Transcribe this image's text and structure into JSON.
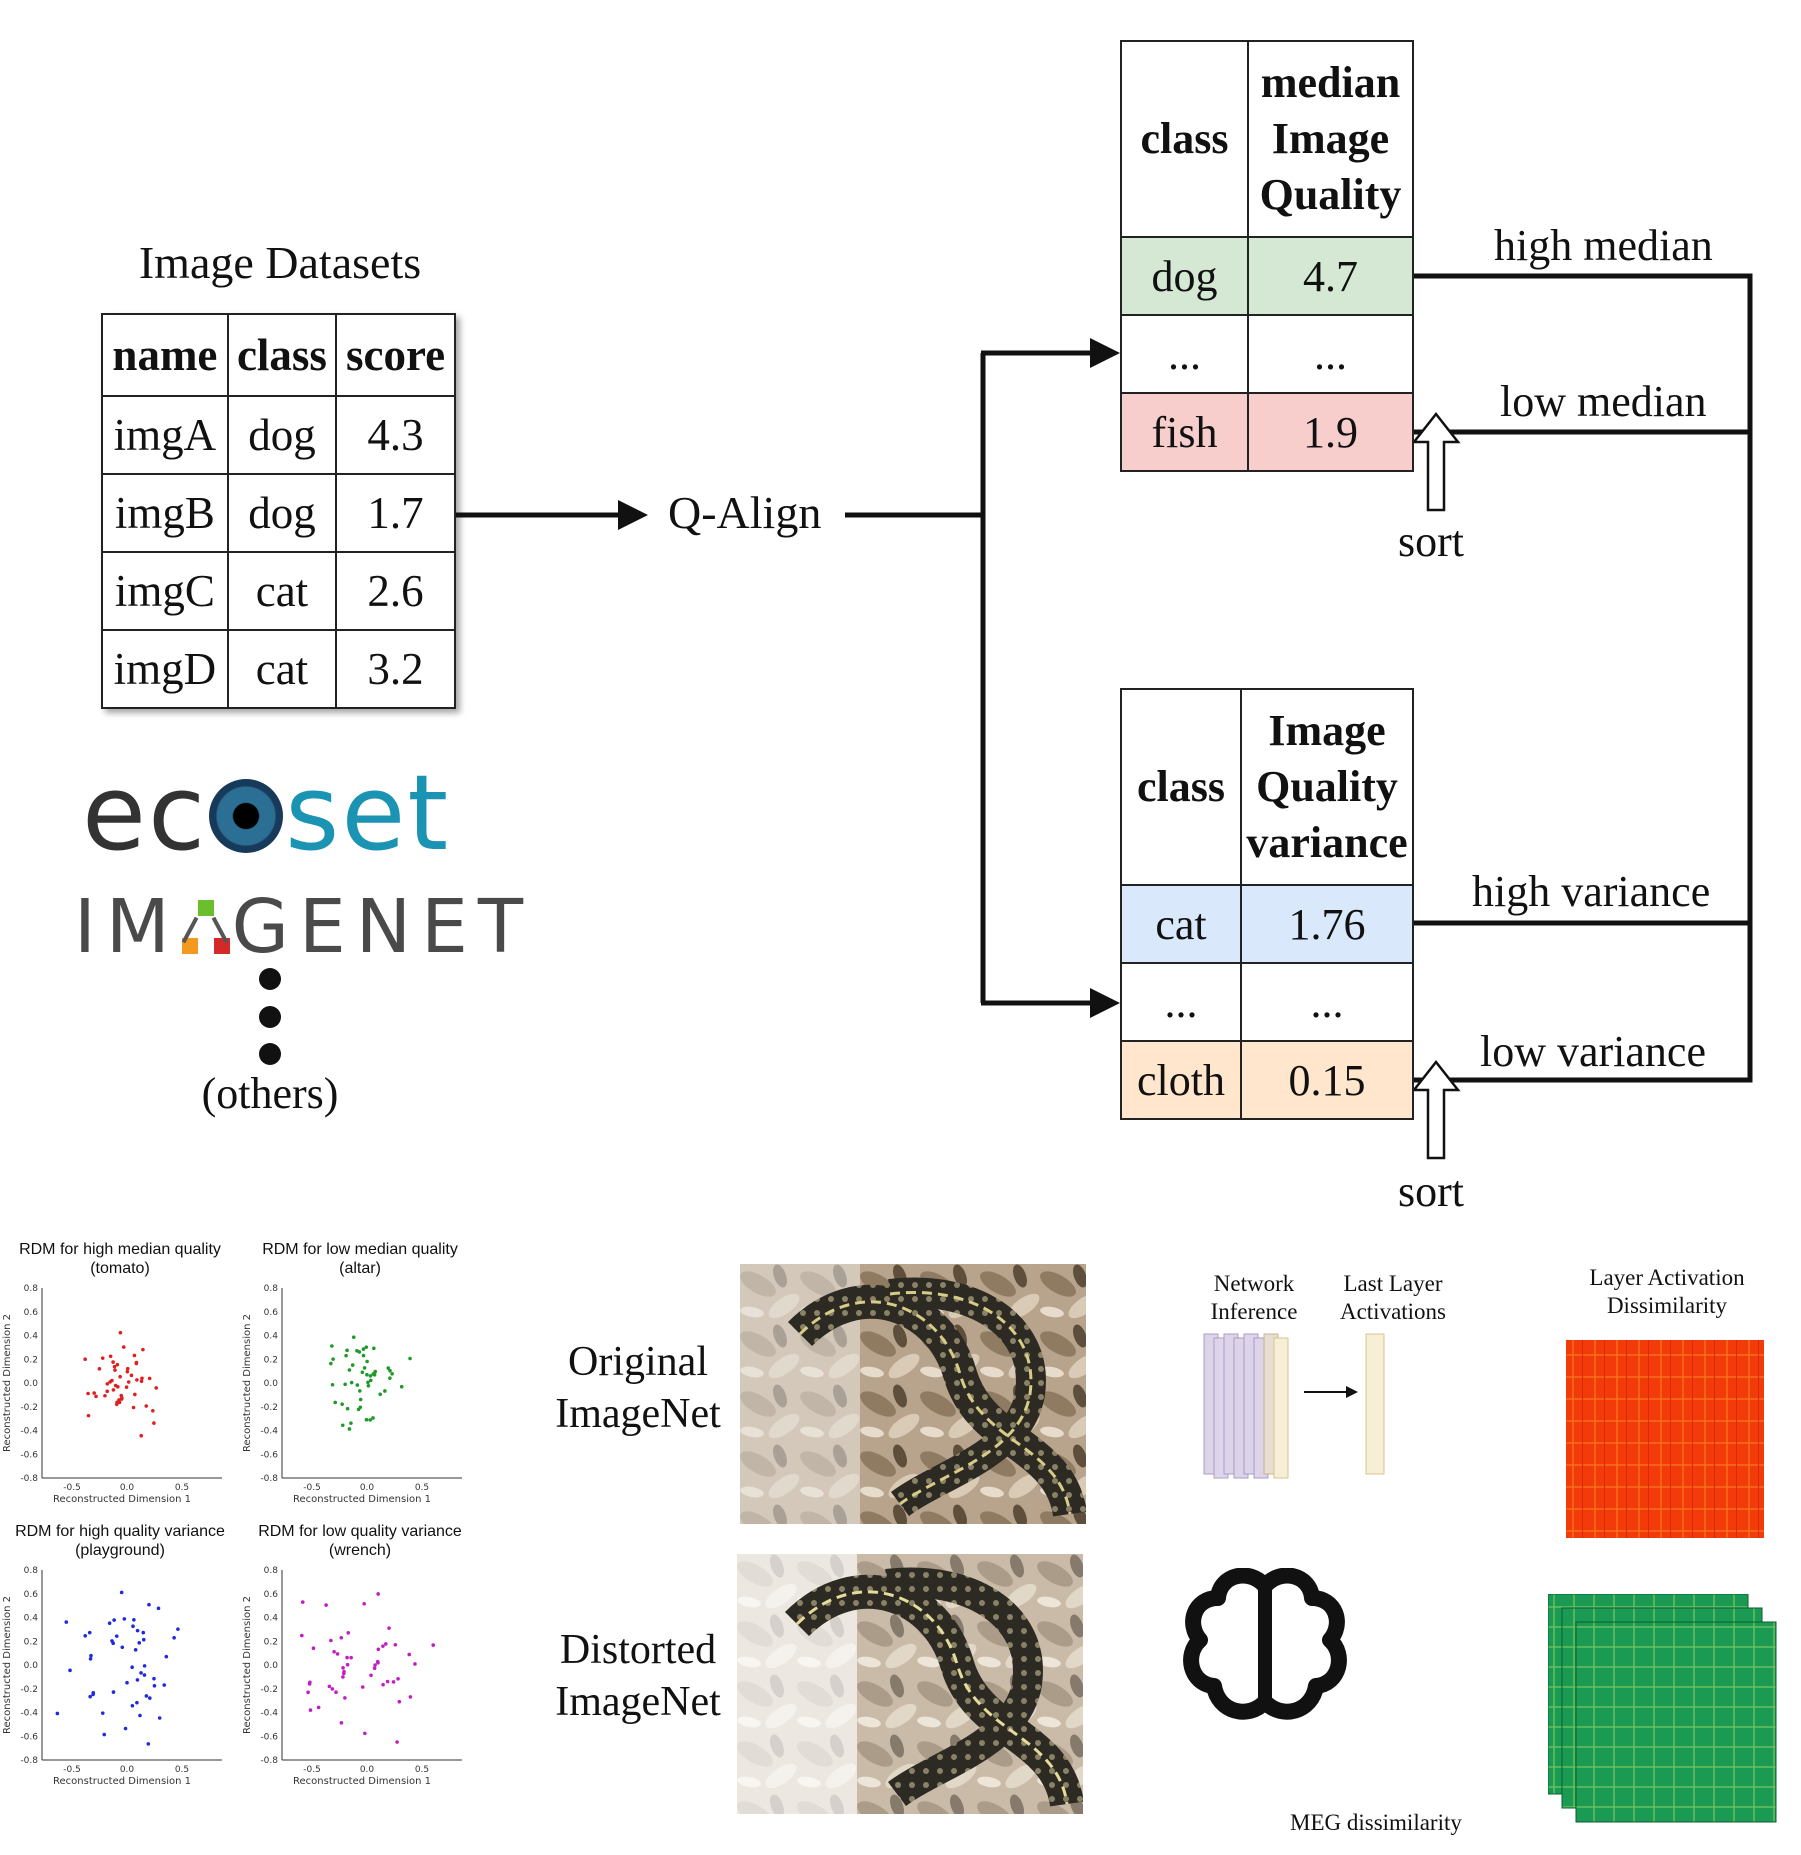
{
  "datasets": {
    "title": "Image Datasets",
    "columns": [
      "name",
      "class",
      "score"
    ],
    "rows": [
      [
        "imgA",
        "dog",
        "4.3"
      ],
      [
        "imgB",
        "dog",
        "1.7"
      ],
      [
        "imgC",
        "cat",
        "2.6"
      ],
      [
        "imgD",
        "cat",
        "3.2"
      ]
    ],
    "logos": {
      "ecoset_left": "ec",
      "ecoset_right": "set",
      "imagenet_left": "IM",
      "imagenet_right": "GENET"
    },
    "others": "(others)"
  },
  "qalign": "Q-Align",
  "median_table": {
    "header_class": "class",
    "header_value": [
      "median",
      "Image",
      "Quality"
    ],
    "rows": [
      {
        "class": "dog",
        "value": "4.7",
        "color": "#d5e8d4"
      },
      {
        "class": "...",
        "value": "...",
        "color": "#ffffff"
      },
      {
        "class": "fish",
        "value": "1.9",
        "color": "#f8cecc"
      }
    ],
    "label_high": "high median",
    "label_low": "low median",
    "sort": "sort"
  },
  "variance_table": {
    "header_class": "class",
    "header_value": [
      "Image",
      "Quality",
      "variance"
    ],
    "rows": [
      {
        "class": "cat",
        "value": "1.76",
        "color": "#dae8fc"
      },
      {
        "class": "...",
        "value": "...",
        "color": "#ffffff"
      },
      {
        "class": "cloth",
        "value": "0.15",
        "color": "#ffe6cc"
      }
    ],
    "label_high": "high variance",
    "label_low": "low variance",
    "sort": "sort"
  },
  "rdm_plots": [
    {
      "title1": "RDM for high median quality",
      "title2": "(tomato)",
      "color": "#e02020"
    },
    {
      "title1": "RDM for low median quality",
      "title2": "(altar)",
      "color": "#1f9a2a"
    },
    {
      "title1": "RDM for high quality variance",
      "title2": "(playground)",
      "color": "#1f2ae0"
    },
    {
      "title1": "RDM for low quality variance",
      "title2": "(wrench)",
      "color": "#c21fc2"
    }
  ],
  "rdm_axes": {
    "xlabel": "Reconstructed Dimension 1",
    "ylabel": "Reconstructed Dimension 2",
    "xticks": [
      "-0.5",
      "0.0",
      "0.5"
    ],
    "yticks": [
      "0.8",
      "0.6",
      "0.4",
      "0.2",
      "0.0",
      "-0.2",
      "-0.4",
      "-0.6",
      "-0.8"
    ]
  },
  "images": {
    "original": [
      "Original",
      "ImageNet"
    ],
    "distorted": [
      "Distorted",
      "ImageNet"
    ]
  },
  "network": {
    "inference": [
      "Network",
      "Inference"
    ],
    "last_layer": [
      "Last Layer",
      "Activations"
    ]
  },
  "layer_dissimilarity": [
    "Layer Activation",
    "Dissimilarity"
  ],
  "meg": "MEG dissimilarity",
  "colors": {
    "heatmap_red": "#f23a0a",
    "heatmap_green": "#1a9a52"
  }
}
